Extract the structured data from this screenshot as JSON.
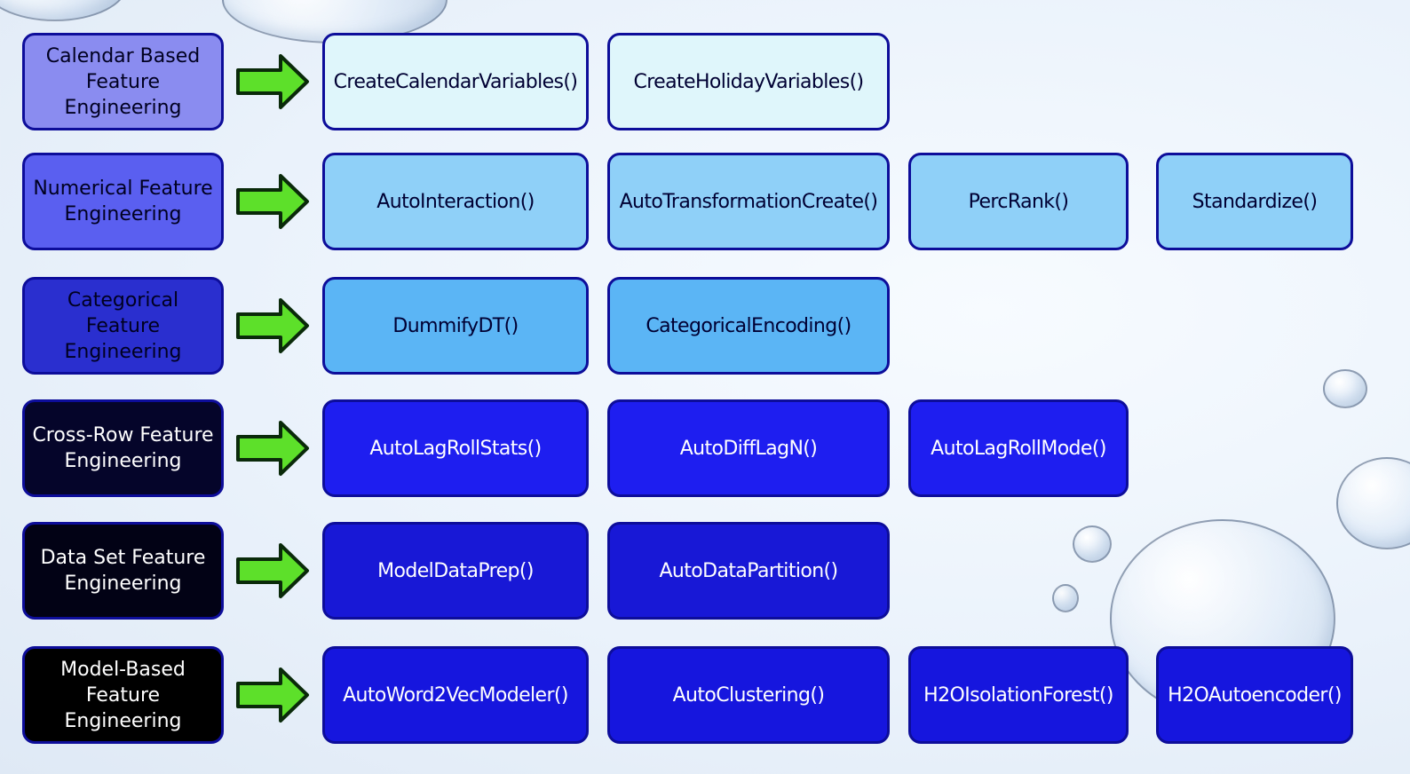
{
  "rows": [
    {
      "category": "Calendar Based\nFeature\nEngineering",
      "functions": [
        "CreateCalendarVariables()",
        "CreateHolidayVariables()"
      ]
    },
    {
      "category": "Numerical Feature\nEngineering",
      "functions": [
        "AutoInteraction()",
        "AutoTransformationCreate()",
        "PercRank()",
        "Standardize()"
      ]
    },
    {
      "category": "Categorical Feature\nEngineering",
      "functions": [
        "DummifyDT()",
        "CategoricalEncoding()"
      ]
    },
    {
      "category": "Cross-Row Feature\nEngineering",
      "functions": [
        "AutoLagRollStats()",
        "AutoDiffLagN()",
        "AutoLagRollMode()"
      ]
    },
    {
      "category": "Data Set Feature\nEngineering",
      "functions": [
        "ModelDataPrep()",
        "AutoDataPartition()"
      ]
    },
    {
      "category": "Model-Based\nFeature\nEngineering",
      "functions": [
        "AutoWord2VecModeler()",
        "AutoClustering()",
        "H2OIsolationForest()",
        "H2OAutoencoder()"
      ]
    }
  ],
  "colors": {
    "category_backgrounds": [
      "#8a8cf0",
      "#5a5ff0",
      "#2a2fcf",
      "#05052a",
      "#020215",
      "#000000"
    ],
    "category_text": [
      "#000020",
      "#000020",
      "#000020",
      "#ffffff",
      "#ffffff",
      "#ffffff"
    ],
    "function_backgrounds": [
      "#dff6fb",
      "#8fd0f8",
      "#5bb5f5",
      "#1e1ef0",
      "#1818d6",
      "#1616de"
    ],
    "function_text": [
      "#000033",
      "#000033",
      "#000033",
      "#ffffff",
      "#ffffff",
      "#ffffff"
    ],
    "function_border": "#0d0d9a",
    "arrow_fill": "#5de02a",
    "arrow_stroke": "#0a2a0a"
  },
  "icons": {
    "connector": "right-arrow-icon"
  }
}
